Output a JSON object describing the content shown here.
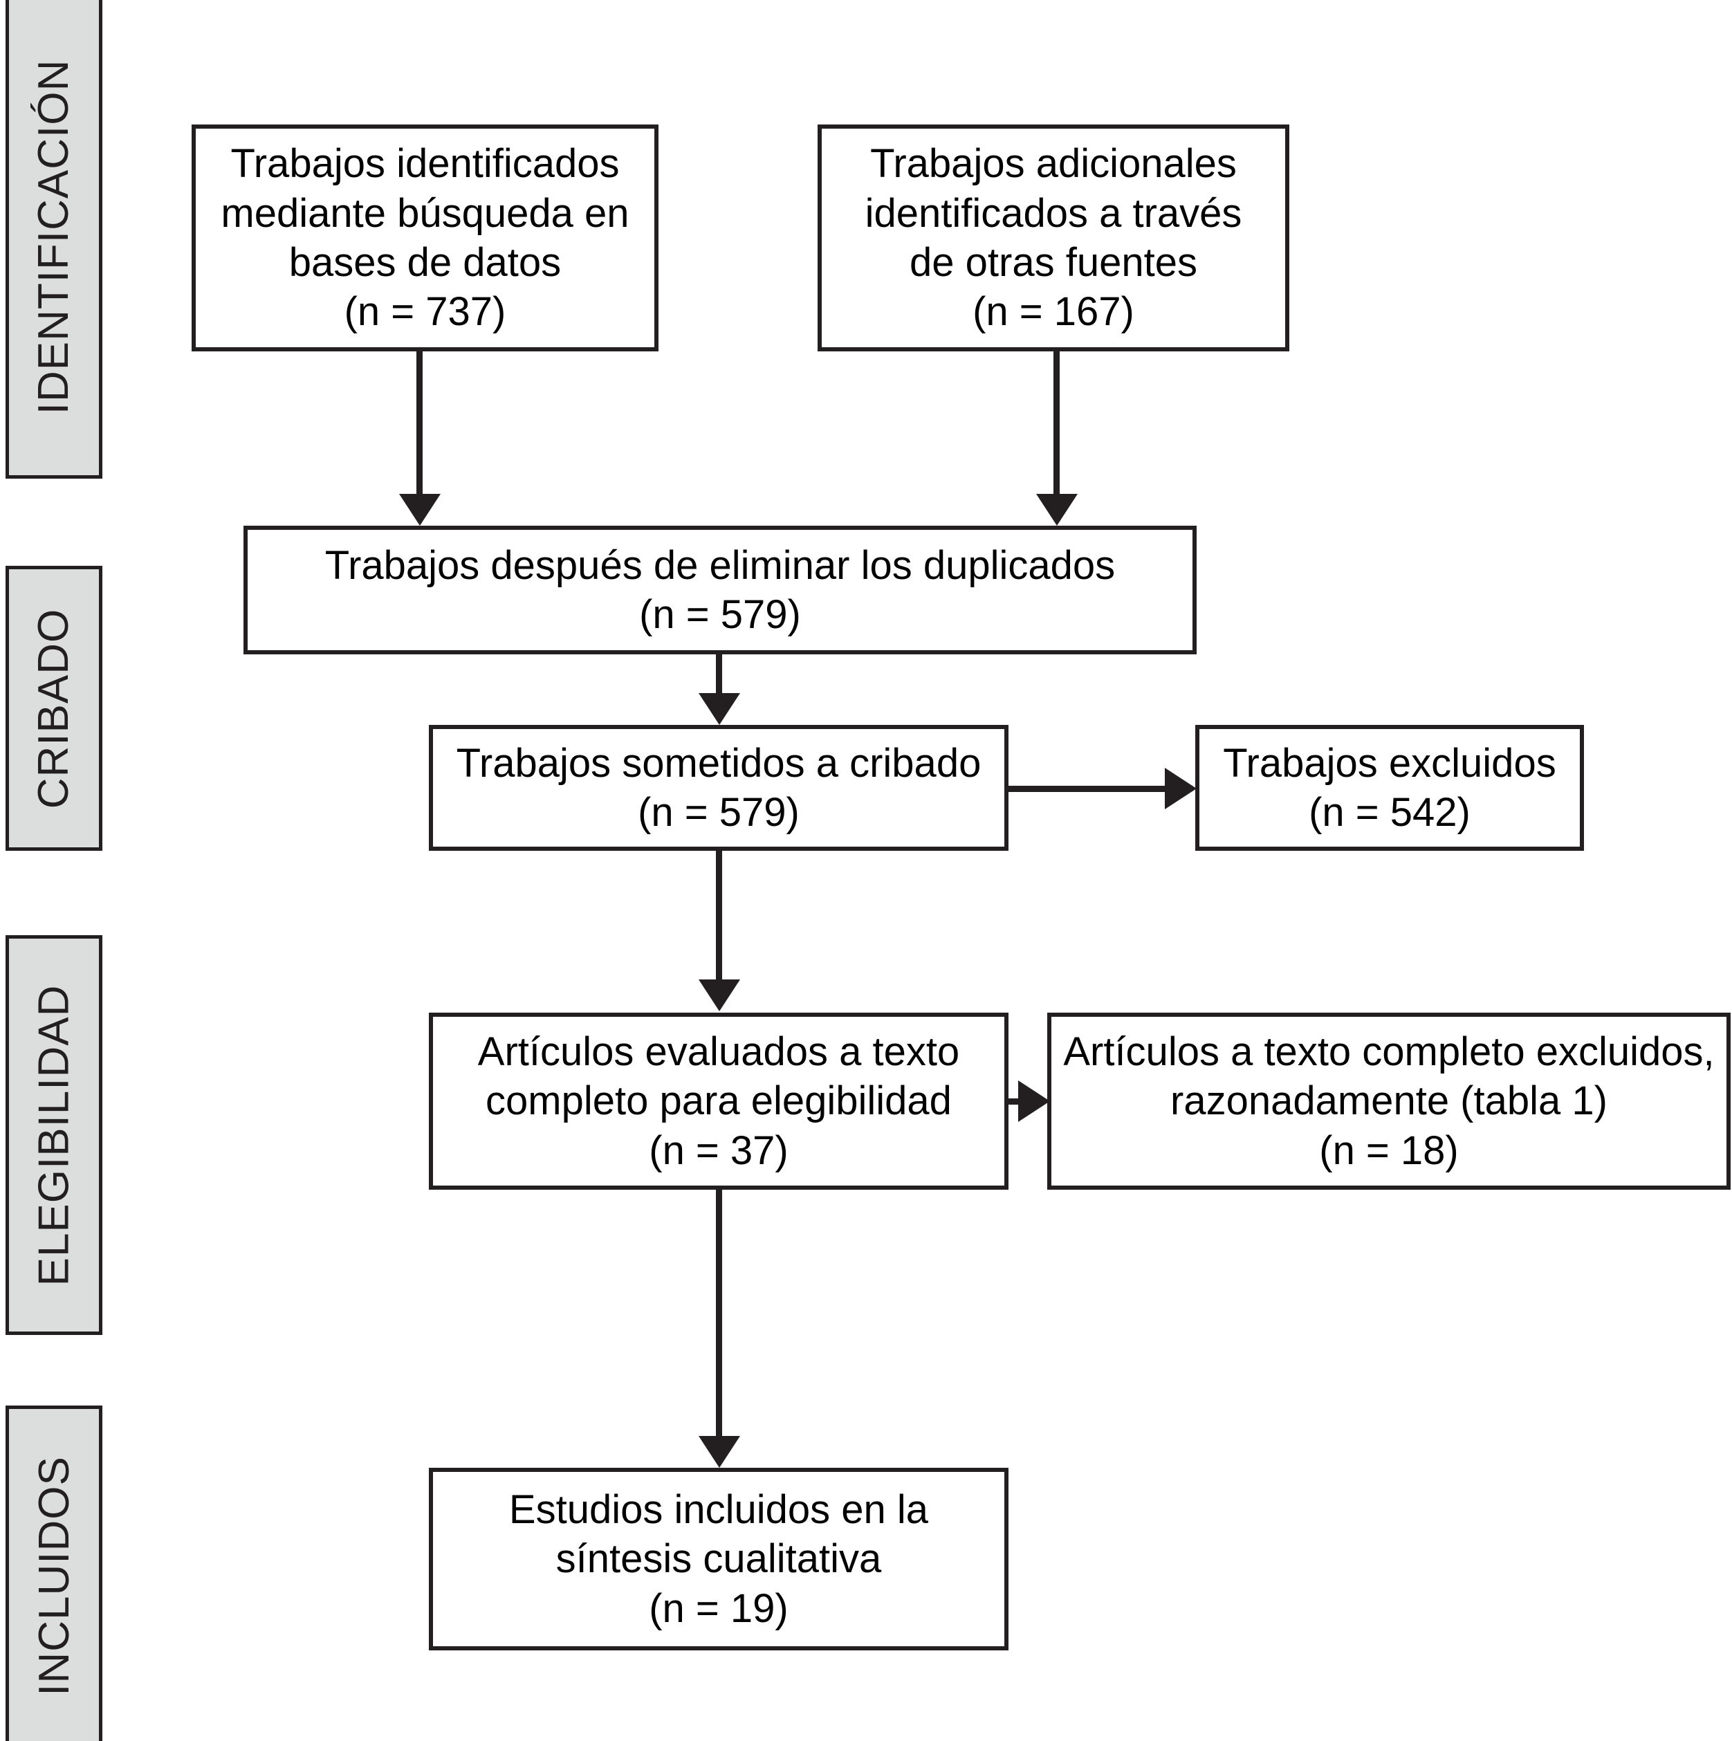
{
  "diagram": {
    "type": "prisma-flow-diagram",
    "language": "es",
    "colors": {
      "stage_label_fill": "#dcdedd",
      "stroke": "#231f20",
      "box_fill": "#ffffff",
      "text": "#000000"
    },
    "stages": [
      {
        "id": "identificacion",
        "label": "IDENTIFICACIÓN"
      },
      {
        "id": "cribado",
        "label": "CRIBADO"
      },
      {
        "id": "elegibilidad",
        "label": "ELEGIBILIDAD"
      },
      {
        "id": "incluidos",
        "label": "INCLUIDOS"
      }
    ],
    "boxes": [
      {
        "id": "db-search",
        "text": "Trabajos identificados\nmediante búsqueda en\nbases de datos\n(n = 737)",
        "n": 737
      },
      {
        "id": "other-sources",
        "text": "Trabajos adicionales\nidentificados a través\nde otras fuentes\n(n = 167)",
        "n": 167
      },
      {
        "id": "after-duplicates",
        "text": "Trabajos después de eliminar los duplicados\n(n = 579)",
        "n": 579
      },
      {
        "id": "screened",
        "text": "Trabajos sometidos a cribado\n(n = 579)",
        "n": 579
      },
      {
        "id": "excluded",
        "text": "Trabajos excluidos\n(n = 542)",
        "n": 542
      },
      {
        "id": "fulltext-assessed",
        "text": "Artículos evaluados a texto\ncompleto para elegibilidad\n(n = 37)",
        "n": 37
      },
      {
        "id": "fulltext-excluded",
        "text": "Artículos a texto completo excluidos,\nrazonadamente  (tabla 1)\n(n = 18)",
        "n": 18
      },
      {
        "id": "included-qualitative",
        "text": "Estudios incluidos en la\nsíntesis cualitativa\n(n = 19)",
        "n": 19
      }
    ],
    "connectors": [
      {
        "id": "db-search-to-after-duplicates",
        "direction": "down"
      },
      {
        "id": "other-sources-to-after-duplicates",
        "direction": "down"
      },
      {
        "id": "after-duplicates-to-screened",
        "direction": "down"
      },
      {
        "id": "screened-to-excluded",
        "direction": "right"
      },
      {
        "id": "screened-to-fulltext-assessed",
        "direction": "down"
      },
      {
        "id": "fulltext-assessed-to-fulltext-excluded",
        "direction": "right"
      },
      {
        "id": "fulltext-assessed-to-included",
        "direction": "down"
      }
    ]
  }
}
